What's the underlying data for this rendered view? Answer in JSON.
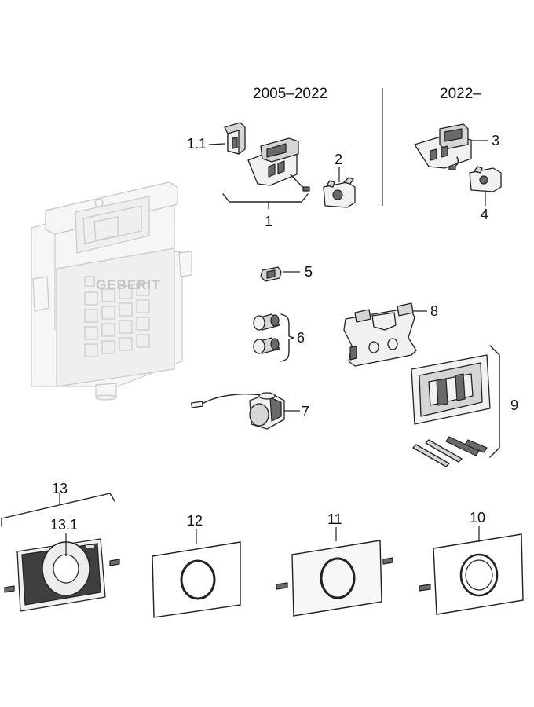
{
  "headers": {
    "left_period": "2005–2022",
    "right_period": "2022–"
  },
  "labels": {
    "l1_1": "1.1",
    "l1": "1",
    "l2": "2",
    "l3": "3",
    "l4": "4",
    "l5": "5",
    "l6": "6",
    "l7": "7",
    "l8": "8",
    "l9": "9",
    "l10": "10",
    "l11": "11",
    "l12": "12",
    "l13": "13",
    "l13_1": "13.1"
  },
  "cistern_brand": "GEBERIT"
}
